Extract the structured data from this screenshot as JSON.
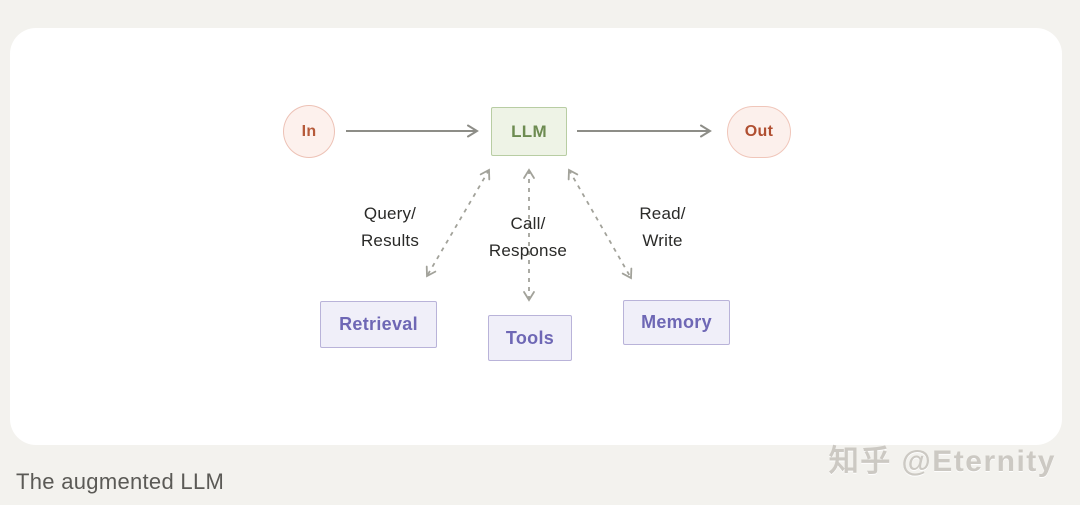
{
  "page": {
    "background_color": "#f3f2ee",
    "card_color": "#ffffff"
  },
  "diagram": {
    "caption": "The augmented LLM",
    "nodes": {
      "in": {
        "label": "In",
        "shape": "circle",
        "fill": "#fdf1ed",
        "border": "#edc2b6",
        "text_color": "#b65a3a"
      },
      "llm": {
        "label": "LLM",
        "shape": "rect",
        "fill": "#eef3e6",
        "border": "#b8cda3",
        "text_color": "#6d8b51"
      },
      "out": {
        "label": "Out",
        "shape": "pill",
        "fill": "#fcf0ec",
        "border": "#f0c6ba",
        "text_color": "#b04f31"
      },
      "retrieval": {
        "label": "Retrieval",
        "shape": "rect",
        "fill": "#f0eff9",
        "border": "#b9b3d9",
        "text_color": "#6e67b5"
      },
      "tools": {
        "label": "Tools",
        "shape": "rect",
        "fill": "#f0eff9",
        "border": "#b9b3d9",
        "text_color": "#6e67b5"
      },
      "memory": {
        "label": "Memory",
        "shape": "rect",
        "fill": "#f0eff9",
        "border": "#b9b3d9",
        "text_color": "#6e67b5"
      }
    },
    "edges": [
      {
        "from": "in",
        "to": "llm",
        "style": "solid",
        "label_line1": "",
        "label_line2": ""
      },
      {
        "from": "llm",
        "to": "out",
        "style": "solid",
        "label_line1": "",
        "label_line2": ""
      },
      {
        "from": "llm",
        "to": "retrieval",
        "style": "dashed-bidirectional",
        "label_line1": "Query/",
        "label_line2": "Results"
      },
      {
        "from": "llm",
        "to": "tools",
        "style": "dashed-bidirectional",
        "label_line1": "Call/",
        "label_line2": "Response"
      },
      {
        "from": "llm",
        "to": "memory",
        "style": "dashed-bidirectional",
        "label_line1": "Read/",
        "label_line2": "Write"
      }
    ],
    "arrow_colors": {
      "solid": "#8d8d87",
      "dashed": "#a2a29a"
    }
  },
  "watermark": {
    "text": "知乎 @Eternity"
  }
}
